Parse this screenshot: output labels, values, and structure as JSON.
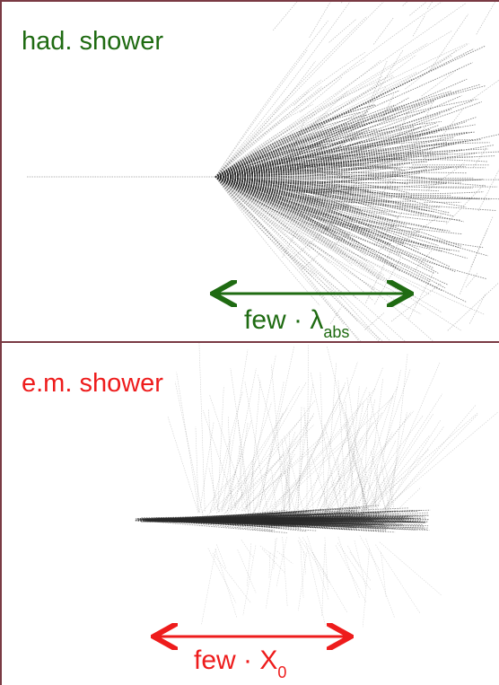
{
  "colors": {
    "hadronic": "#1f6b12",
    "electromagnetic": "#ee1c1c",
    "frame": "#7a3a44",
    "tracks": "#2a2a2a"
  },
  "panels": [
    {
      "title": "had. shower",
      "scale_prefix": "few · λ",
      "scale_subscript": "abs"
    },
    {
      "title": "e.m. shower",
      "scale_prefix": "few · X",
      "scale_subscript": "0"
    }
  ]
}
